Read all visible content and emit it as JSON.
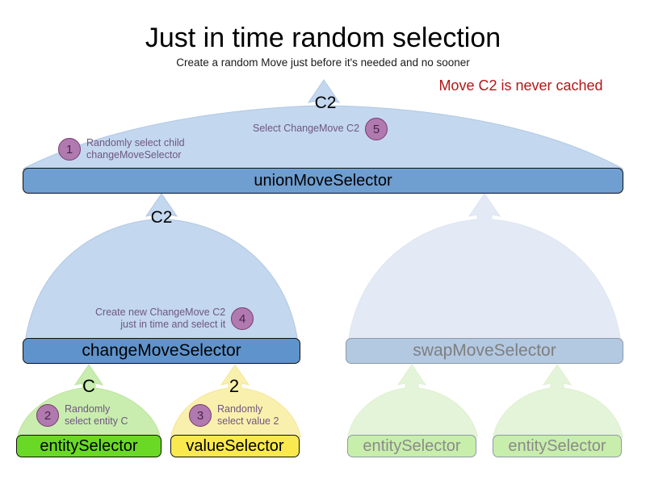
{
  "header": {
    "title": "Just in time random selection",
    "subtitle": "Create a random Move just before it's needed and no sooner",
    "note": "Move C2 is never cached",
    "note_color": "#b01818"
  },
  "nodes": [
    {
      "id": "unionMoveSelector",
      "label": "unionMoveSelector",
      "color": "#6f9ed0",
      "state": "active"
    },
    {
      "id": "changeMoveSelector",
      "label": "changeMoveSelector",
      "color": "#5f93cb",
      "state": "active"
    },
    {
      "id": "swapMoveSelector",
      "label": "swapMoveSelector",
      "color": "#b3c8e1",
      "state": "faded"
    },
    {
      "id": "entitySelector",
      "label": "entitySelector",
      "color": "#6ad926",
      "state": "active"
    },
    {
      "id": "valueSelector",
      "label": "valueSelector",
      "color": "#fae94e",
      "state": "active"
    },
    {
      "id": "entitySelector3",
      "label": "entitySelector",
      "color": "#c8eeab",
      "state": "faded"
    },
    {
      "id": "entitySelector4",
      "label": "entitySelector",
      "color": "#c8eeab",
      "state": "faded"
    }
  ],
  "edge_labels": {
    "union_out": "C2",
    "change_to_union": "C2",
    "entity_to_change": "C",
    "value_to_change": "2"
  },
  "annotations": [
    {
      "number": "1",
      "text": "Randomly select child\nchangeMoveSelector"
    },
    {
      "number": "5",
      "text": "Select ChangeMove C2"
    },
    {
      "number": "4",
      "text": "Create new ChangeMove C2\njust in time and select it"
    },
    {
      "number": "2",
      "text": "Randomly\nselect entity C"
    },
    {
      "number": "3",
      "text": "Randomly\nselect value 2"
    }
  ],
  "palette": {
    "dome_blue": "#c3d7ef",
    "dome_blue_faded": "#e2e9f4",
    "dome_green": "#c9edae",
    "dome_green_faded": "#e4f4d8",
    "dome_yellow": "#faf0ad",
    "circle_fill": "#b07ab0",
    "circle_stroke": "#7a3a6e",
    "annotation_text": "#6e5780"
  }
}
